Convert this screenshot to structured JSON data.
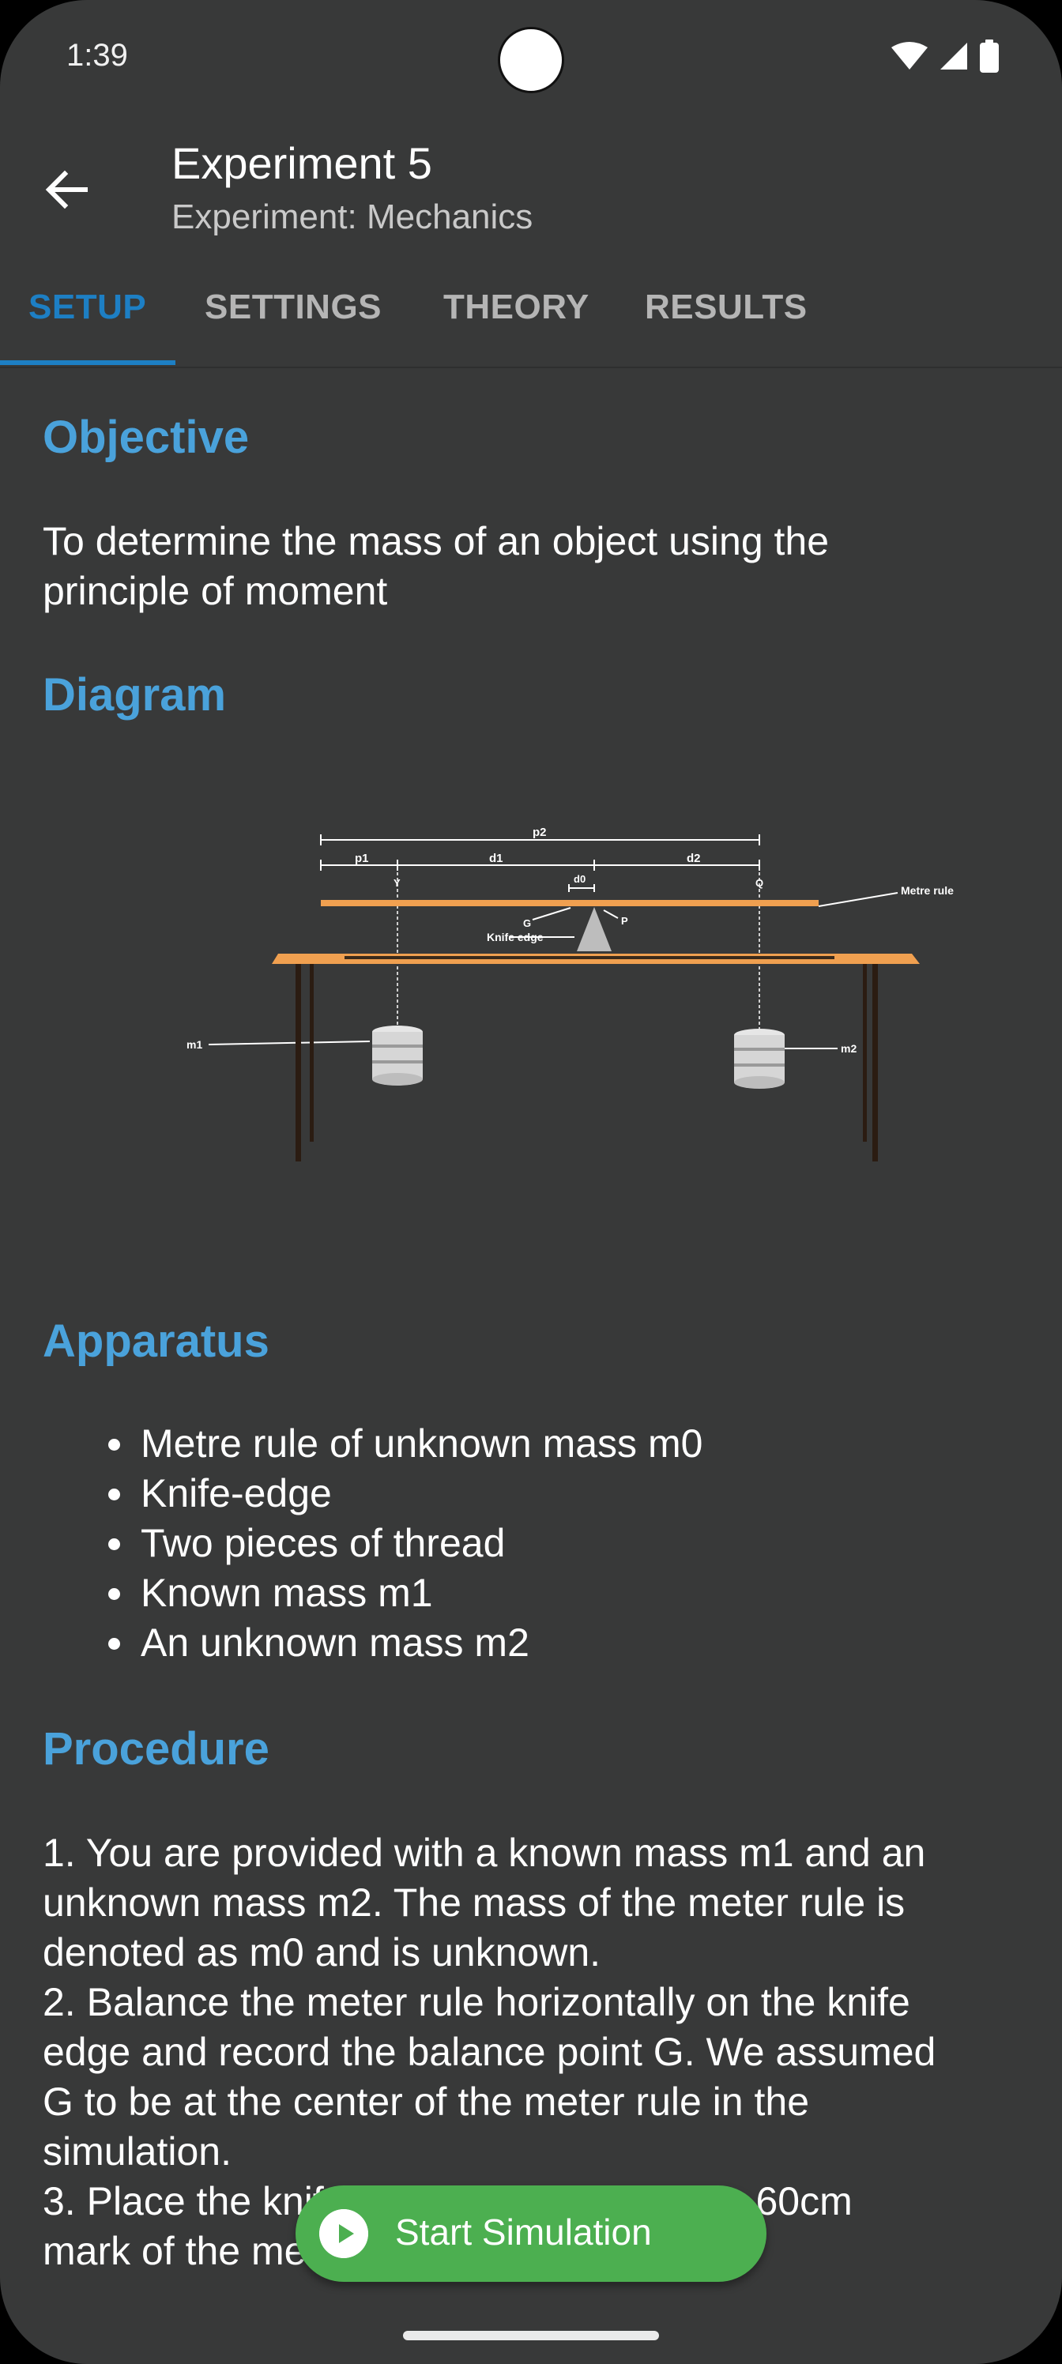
{
  "status": {
    "time": "1:39",
    "icons": [
      "wifi-icon",
      "cell-signal-icon",
      "battery-icon"
    ]
  },
  "appbar": {
    "title": "Experiment 5",
    "subtitle": "Experiment: Mechanics",
    "back_icon": "arrow-back-icon"
  },
  "tabs": [
    {
      "label": "SETUP",
      "active": true
    },
    {
      "label": "SETTINGS",
      "active": false
    },
    {
      "label": "THEORY",
      "active": false
    },
    {
      "label": "RESULTS",
      "active": false
    }
  ],
  "setup": {
    "objective_heading": "Objective",
    "objective_line1": "To determine the mass of an object using the",
    "objective_line2": "principle of moment",
    "diagram_heading": "Diagram",
    "diagram_labels": {
      "p2": "p2",
      "p1": "p1",
      "d1": "d1",
      "d2": "d2",
      "d0": "d0",
      "y": "Y",
      "q": "Q",
      "g": "G",
      "p": "P",
      "metre_rule": "Metre rule",
      "knife_edge": "Knife edge",
      "m1": "m1",
      "m2": "m2"
    },
    "apparatus_heading": "Apparatus",
    "apparatus_items": [
      "Metre rule of unknown mass m0",
      "Knife-edge",
      "Two pieces of thread",
      "Known mass m1",
      "An unknown mass m2"
    ],
    "procedure_heading": "Procedure",
    "procedure_lines": [
      "1. You are provided with a known mass m1 and an",
      "unknown mass m2. The mass of the meter rule is",
      "denoted as m0 and is unknown.",
      "2. Balance the meter rule horizontally on the knife",
      "edge and record the balance point G. We assumed",
      "G to be at the center of the meter rule in the",
      "simulation.",
      "3. Place the knife edge at a point P (e.g. 60cm",
      "mark of the meter rule)."
    ]
  },
  "fab": {
    "label": "Start Simulation",
    "icon": "play-circle-icon"
  },
  "colors": {
    "background": "#383939",
    "accent": "#1d7fc4",
    "heading": "#4aa2db",
    "fab": "#4caf50",
    "rule": "#f0a050"
  }
}
